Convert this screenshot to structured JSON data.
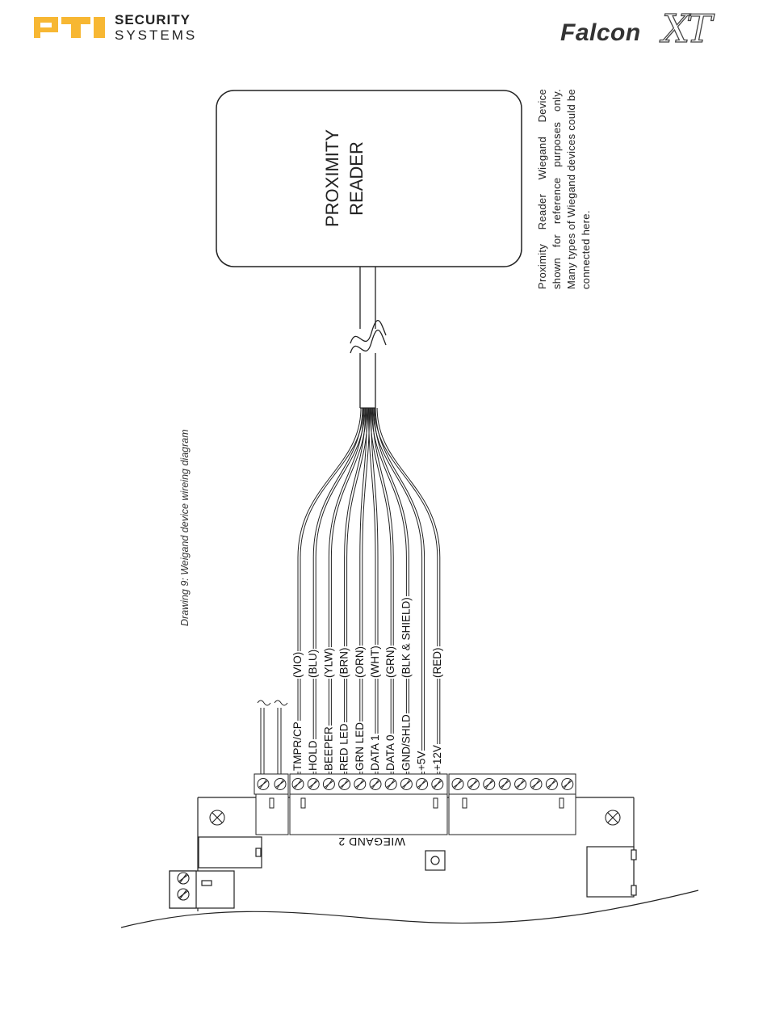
{
  "header": {
    "left_logo": {
      "mark": "PTI",
      "line1": "SECURITY",
      "line2": "SYSTEMS",
      "brand_color": "#F7B733"
    },
    "right_logo": {
      "word": "Falcon",
      "mark": "XT"
    }
  },
  "caption": "Drawing 9: Weigand device wireing diagram",
  "reader": {
    "title_line1": "PROXIMITY",
    "title_line2": "READER"
  },
  "note": "Proximity Reader Wiegand Device shown for reference purposes only. Many types of Wiegand devices could be connected here.",
  "board": {
    "connector_label": "WIEGAND 2"
  },
  "wires": [
    {
      "terminal": "TMPR/CP",
      "color": "(VIO)"
    },
    {
      "terminal": "HOLD",
      "color": "(BLU)"
    },
    {
      "terminal": "BEEPER",
      "color": "(YLW)"
    },
    {
      "terminal": "RED LED",
      "color": "(BRN)"
    },
    {
      "terminal": "GRN LED",
      "color": "(ORN)"
    },
    {
      "terminal": "DATA 1",
      "color": "(WHT)"
    },
    {
      "terminal": "DATA 0",
      "color": "(GRN)"
    },
    {
      "terminal": "GND/SHLD",
      "color": "(BLK & SHIELD)"
    },
    {
      "terminal": "+5V",
      "color": ""
    },
    {
      "terminal": "+12V",
      "color": "(RED)"
    }
  ]
}
